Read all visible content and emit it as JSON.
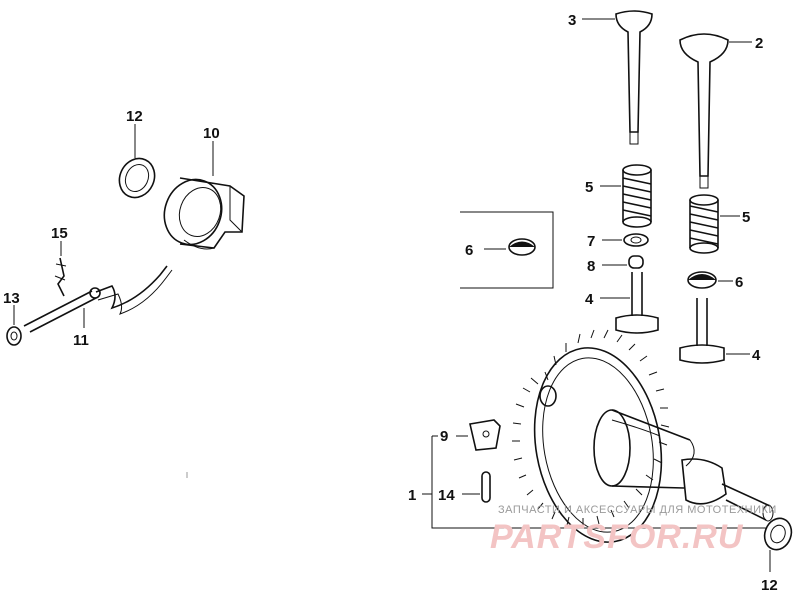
{
  "diagram": {
    "callouts": {
      "c1": "1",
      "c2": "2",
      "c3": "3",
      "c4a": "4",
      "c4b": "4",
      "c5a": "5",
      "c5b": "5",
      "c6a": "6",
      "c6b": "6",
      "c7": "7",
      "c8": "8",
      "c9": "9",
      "c10": "10",
      "c11": "11",
      "c12a": "12",
      "c12b": "12",
      "c13": "13",
      "c14": "14",
      "c15": "15"
    },
    "watermark": {
      "caption": "ЗАПЧАСТИ И АКСЕССУАРЫ ДЛЯ МОТОТЕХНИКИ",
      "logo_text": "PARTSFOR.RU"
    }
  },
  "colors": {
    "ink": "#111111",
    "watermark_logo": "#f3c4c4",
    "watermark_caption": "#9a9a9a"
  }
}
